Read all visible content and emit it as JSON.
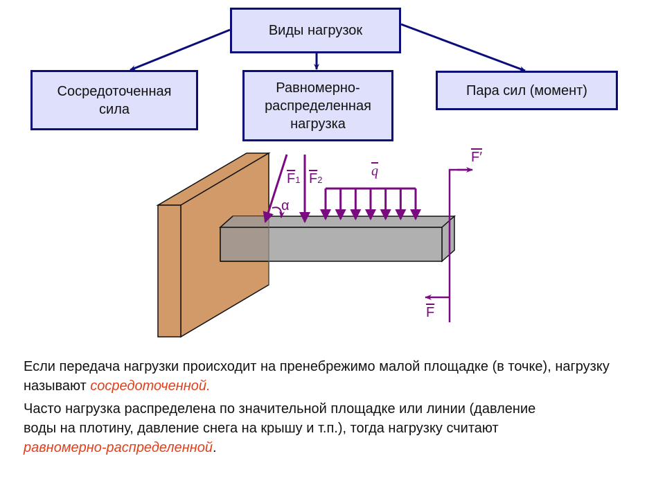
{
  "header": {
    "title": "Виды нагрузок"
  },
  "categories": [
    {
      "label_line1": "Сосредоточенная",
      "label_line2": "сила"
    },
    {
      "label_line1": "Равномерно-",
      "label_line2": "распределенная",
      "label_line3": "нагрузка"
    },
    {
      "label_line1": "Пара сил (момент)"
    }
  ],
  "diagram": {
    "force1_label": "F",
    "force1_sub": "1",
    "force2_label": "F",
    "force2_sub": "2",
    "distributed_label": "q",
    "angle_label": "α",
    "couple_top_label": "F′",
    "couple_bottom_label": "F",
    "distributed_arrow_count": 7,
    "colors": {
      "force": "#7a0a80",
      "wall": "#d39a69",
      "beam": "#b0b0b0",
      "box_fill": "#dfe0fb",
      "box_border": "#0d0d7a"
    }
  },
  "paragraphs": {
    "p1_text": "Если передача нагрузки происходит на пренебрежимо малой площадке (в точке), нагрузку называют ",
    "p1_em": "сосредоточенной.",
    "p2_text": "Часто нагрузка распределена по значительной площадке или линии (давление воды на плотину, давление снега на крышу и т.п.), тогда нагрузку считают ",
    "p2_em": "равномерно-распределенной",
    "p2_end": "."
  },
  "colors": {
    "emphasis": "#e0401c"
  }
}
